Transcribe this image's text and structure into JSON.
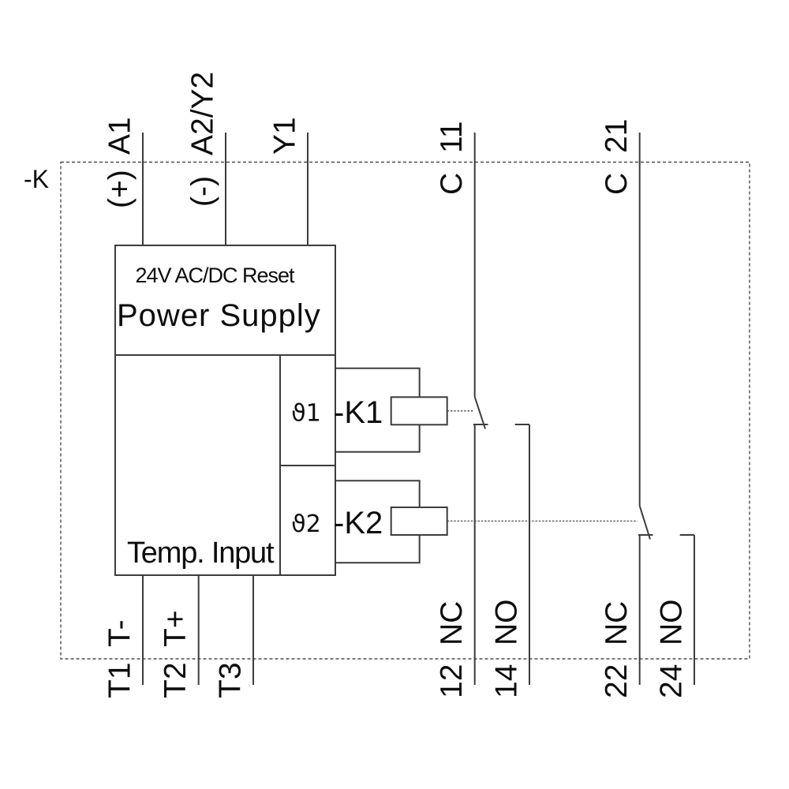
{
  "diagram": {
    "device_ref": "-K",
    "power_supply": {
      "rating": "24V AC/DC Reset",
      "title": "Power Supply"
    },
    "temp_input": {
      "title": "Temp. Input"
    },
    "relays": [
      {
        "sensor": "ϑ1",
        "name": "-K1"
      },
      {
        "sensor": "ϑ2",
        "name": "-K2"
      }
    ],
    "terminals_top": [
      {
        "id": "A1",
        "fn": "(+)"
      },
      {
        "id": "A2/Y2",
        "fn": "(-)"
      },
      {
        "id": "Y1",
        "fn": ""
      },
      {
        "id": "11",
        "fn": "C"
      },
      {
        "id": "21",
        "fn": "C"
      }
    ],
    "terminals_bottom": [
      {
        "id": "T1",
        "fn": "T-"
      },
      {
        "id": "T2",
        "fn": "T+"
      },
      {
        "id": "T3",
        "fn": ""
      },
      {
        "id": "12",
        "fn": "NC"
      },
      {
        "id": "14",
        "fn": "NO"
      },
      {
        "id": "22",
        "fn": "NC"
      },
      {
        "id": "24",
        "fn": "NO"
      }
    ],
    "colors": {
      "line": "#3c3c3c",
      "text": "#0d0d0d",
      "border_dash": "#4d4d4d",
      "background": "#ffffff"
    }
  }
}
